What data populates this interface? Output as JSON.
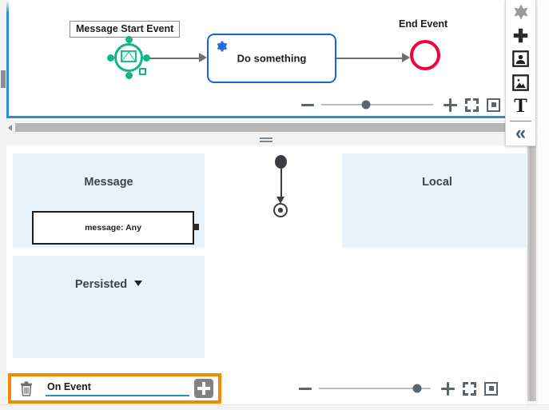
{
  "diagram_panel": {
    "name": "bpmn-process-diagram",
    "nodes": [
      {
        "id": "start",
        "label": "Message Start Event",
        "type": "message-start-event",
        "selected": true
      },
      {
        "id": "task",
        "label": "Do something",
        "type": "service-task"
      },
      {
        "id": "end",
        "label": "End Event",
        "type": "end-event"
      }
    ],
    "zoom_control": {
      "minus_label": "−",
      "plus_label": "+",
      "fit_label": "Fit to screen",
      "actual_size_label": "Actual size",
      "slider_percent": 40
    },
    "colors": {
      "panel_border": "#2b8fcc",
      "start_event": "#10b68a",
      "task_border": "#1a63d6",
      "end_event": "#f5003c",
      "connector": "#6f6f6f"
    }
  },
  "palette": {
    "name": "diagram-tool-palette",
    "items": [
      {
        "name": "sparkle-icon",
        "label": "Marker"
      },
      {
        "name": "plus-cross-icon",
        "label": "Add element"
      },
      {
        "name": "person-frame-icon",
        "label": "Insert actor"
      },
      {
        "name": "image-frame-icon",
        "label": "Insert image"
      },
      {
        "name": "text-tool-icon",
        "label": "T"
      }
    ],
    "collapse_label": "«"
  },
  "state_panel": {
    "name": "state-machine-editor",
    "regions": [
      {
        "id": "message",
        "title": "Message",
        "has_caret": false
      },
      {
        "id": "local",
        "title": "Local",
        "has_caret": false
      },
      {
        "id": "persisted",
        "title": "Persisted",
        "has_caret": true
      }
    ],
    "nodes": [
      {
        "id": "message-node",
        "label": "message: Any",
        "type": "state-node"
      },
      {
        "id": "initial",
        "label": "",
        "type": "initial-node"
      },
      {
        "id": "final",
        "label": "",
        "type": "final-node"
      }
    ],
    "zoom_control": {
      "minus_label": "−",
      "plus_label": "+",
      "fit_label": "Fit to screen",
      "actual_size_label": "Actual size",
      "slider_percent": 88
    },
    "colors": {
      "region_fill": "#e7f2fa",
      "node_border": "#1c1c1c",
      "node_fill": "#3b3b41"
    }
  },
  "tab_bar": {
    "name": "editor-tab-bar",
    "active_tab": {
      "value": "On Event",
      "placeholder": "On Event",
      "delete_label": "Delete",
      "add_label": "+",
      "highlight_color": "#f08a00",
      "underline_color": "#2b8fcc"
    }
  },
  "scrollbars": {
    "horizontal_top": {
      "name": "top-panel-horizontal-scrollbar"
    },
    "vertical_top": {
      "name": "top-panel-vertical-scrollbar"
    },
    "vertical_bottom": {
      "name": "bottom-panel-vertical-scrollbar"
    },
    "vertical_left": {
      "name": "left-edge-vertical-scrollbar"
    }
  },
  "splitter": {
    "name": "panel-splitter",
    "grip_label": "="
  }
}
